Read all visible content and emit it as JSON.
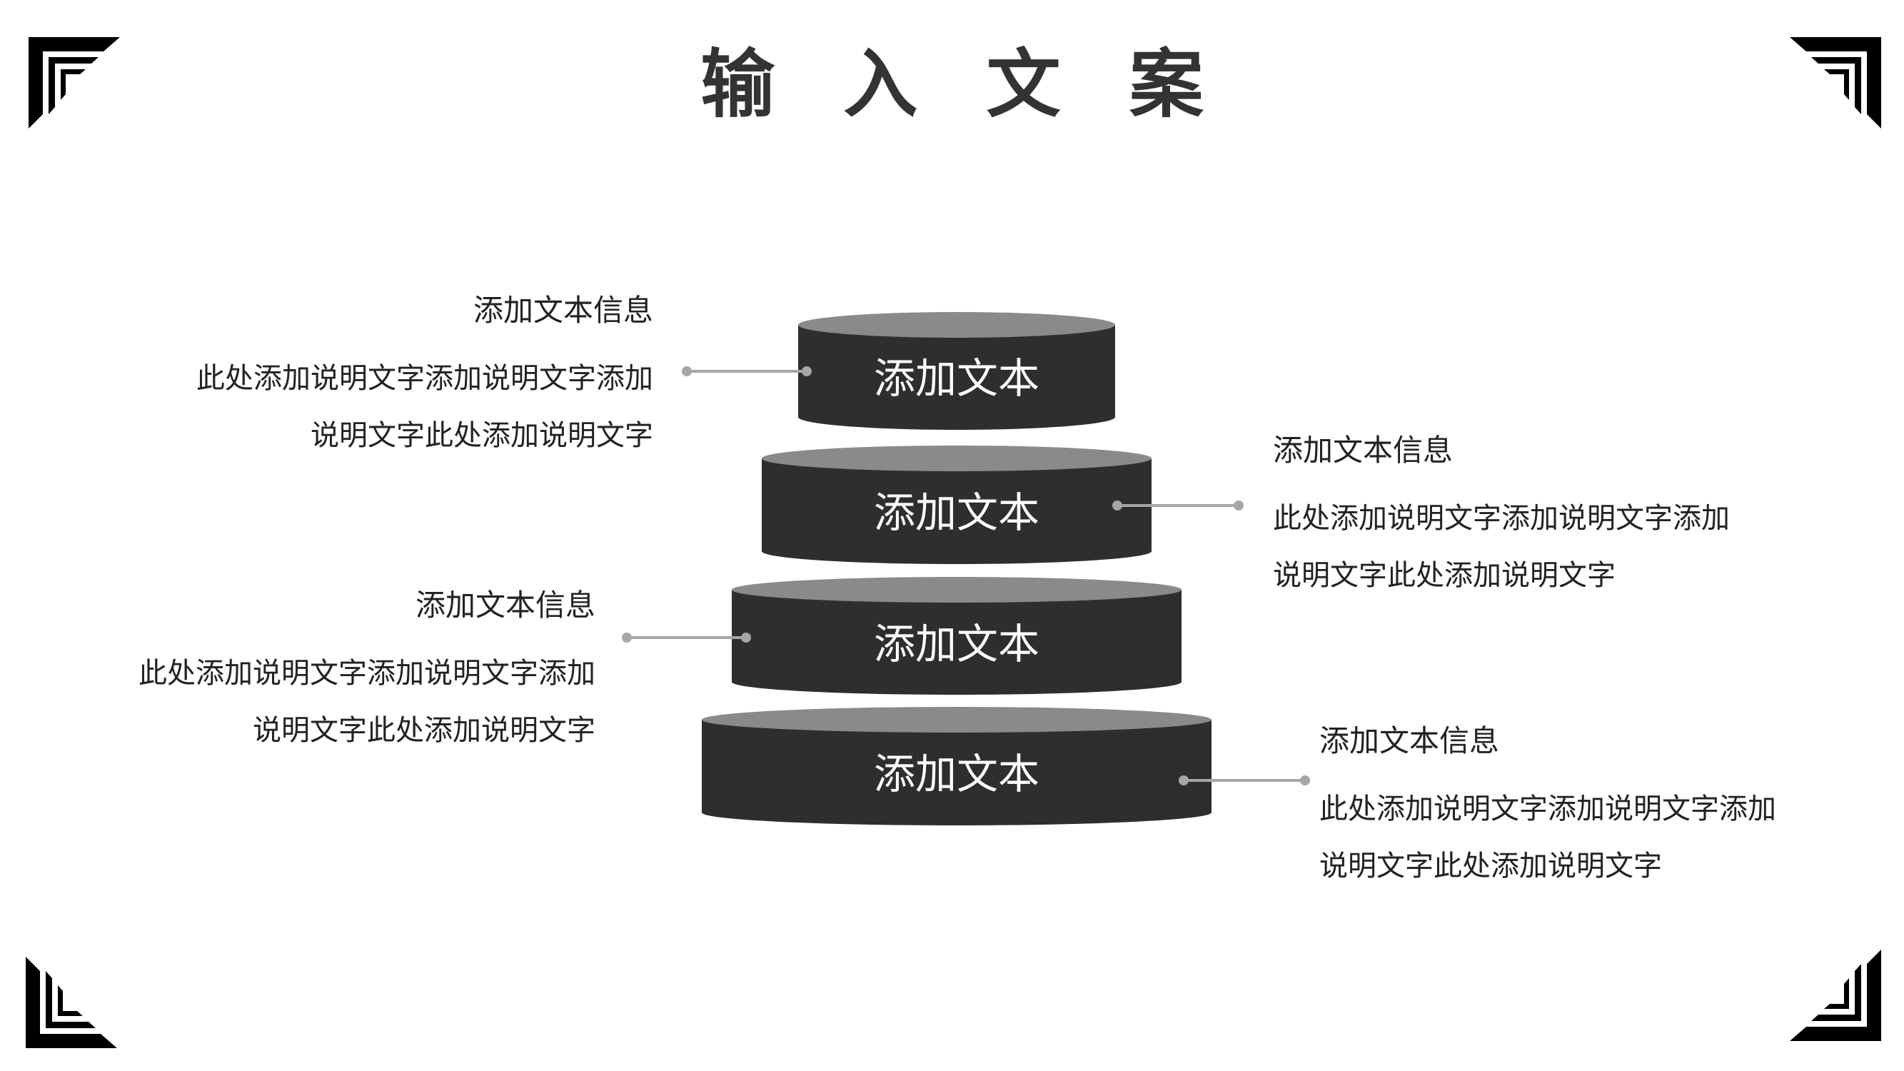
{
  "title": "输 入 文 案",
  "colors": {
    "top_face": "#8a8a8a",
    "side": "#2e2e2e",
    "connector": "#a6a6a6",
    "label": "#ffffff"
  },
  "tiers": [
    {
      "label": "添加文本"
    },
    {
      "label": "添加文本"
    },
    {
      "label": "添加文本"
    },
    {
      "label": "添加文本"
    }
  ],
  "annotations": [
    {
      "heading": "添加文本信息",
      "desc": [
        "此处添加说明文字添加说明文字添加",
        "说明文字此处添加说明文字"
      ]
    },
    {
      "heading": "添加文本信息",
      "desc": [
        "此处添加说明文字添加说明文字添加",
        "说明文字此处添加说明文字"
      ]
    },
    {
      "heading": "添加文本信息",
      "desc": [
        "此处添加说明文字添加说明文字添加",
        "说明文字此处添加说明文字"
      ]
    },
    {
      "heading": "添加文本信息",
      "desc": [
        "此处添加说明文字添加说明文字添加",
        "说明文字此处添加说明文字"
      ]
    }
  ]
}
